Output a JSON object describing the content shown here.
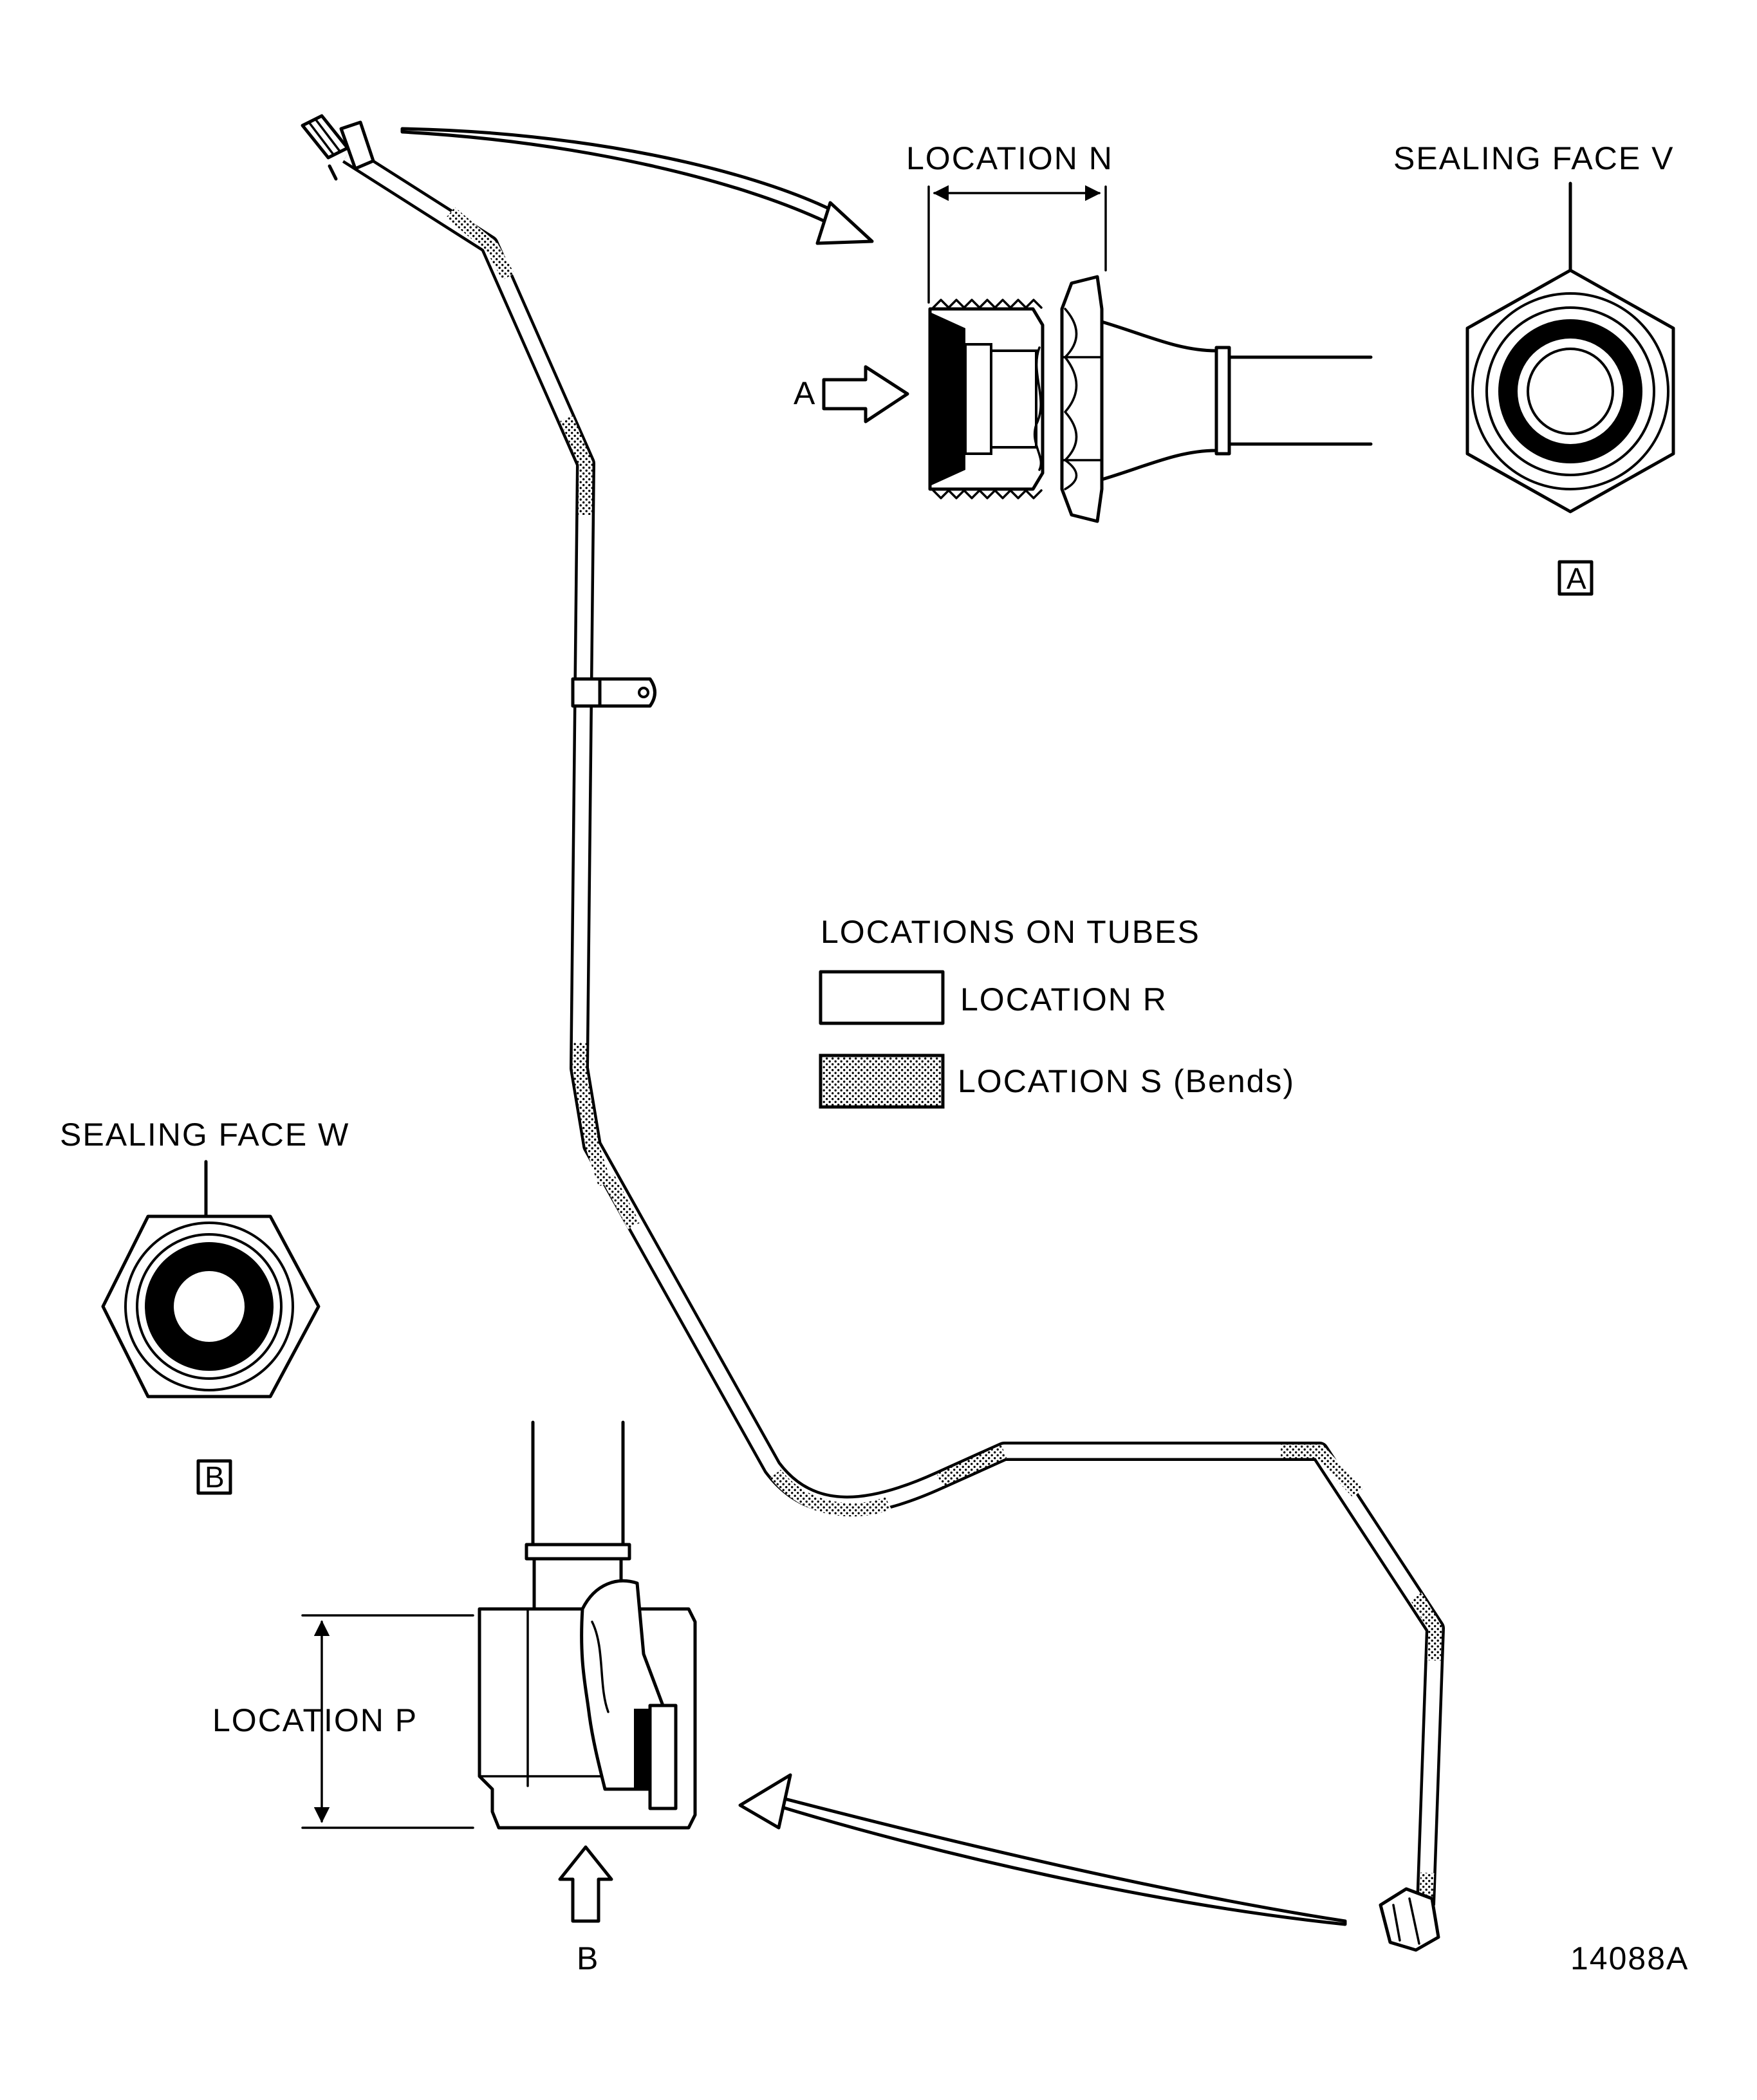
{
  "labels": {
    "location_n": "LOCATION N",
    "sealing_face_v": "SEALING FACE V",
    "view_a_key": "A",
    "view_a_box": "A",
    "legend_title": "LOCATIONS ON TUBES",
    "legend_r": "LOCATION R",
    "legend_s": "LOCATION S (Bends)",
    "sealing_face_w": "SEALING FACE W",
    "view_b_box": "B",
    "location_p": "LOCATION P",
    "view_b_key": "B",
    "figure_number": "14088A"
  },
  "icons": [
    "double-arrow-icon",
    "hollow-arrow-icon",
    "dimension-arrow-icon"
  ],
  "colors": {
    "ink": "#000000",
    "paper": "#ffffff"
  }
}
